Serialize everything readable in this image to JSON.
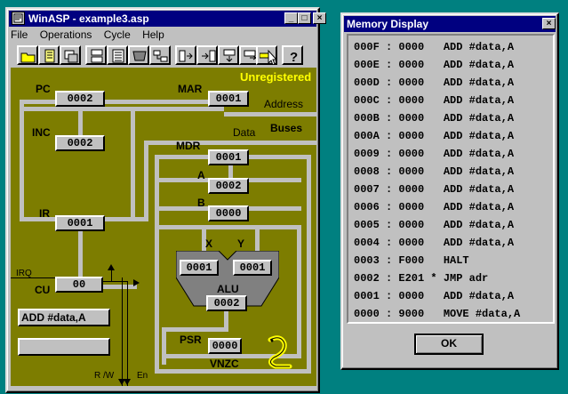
{
  "main_window": {
    "title": "WinASP - example3.asp",
    "menu": [
      "File",
      "Operations",
      "Cycle",
      "Help"
    ],
    "toolbar_icons": [
      "open-icon",
      "edit-icon",
      "layers-icon",
      "memory-bank-icon",
      "list-icon",
      "shield-icon",
      "flowchart-icon",
      "step-into-icon",
      "step-over-icon",
      "step-down-icon",
      "run-icon",
      "pointer-icon",
      "help-icon"
    ]
  },
  "cpu": {
    "unregistered": "Unregistered",
    "labels": {
      "pc": "PC",
      "inc": "INC",
      "ir": "IR",
      "cu": "CU",
      "mar": "MAR",
      "mdr": "MDR",
      "a": "A",
      "b": "B",
      "x": "X",
      "y": "Y",
      "alu": "ALU",
      "psr": "PSR",
      "flags": "VNZC",
      "address": "Address",
      "data": "Data",
      "buses": "Buses",
      "irq": "IRQ",
      "rw": "R /W",
      "en": "En"
    },
    "registers": {
      "pc": "0002",
      "inc": "0002",
      "ir": "0001",
      "cu": "00",
      "mar": "0001",
      "mdr": "0001",
      "a": "0002",
      "b": "0000",
      "alu_x": "0001",
      "alu_y": "0001",
      "alu_out": "0002",
      "psr": "0000"
    },
    "instruction": "ADD #data,A",
    "status_line": ""
  },
  "memory_window": {
    "title": "Memory Display",
    "rows": [
      "000F : 0000   ADD #data,A",
      "000E : 0000   ADD #data,A",
      "000D : 0000   ADD #data,A",
      "000C : 0000   ADD #data,A",
      "000B : 0000   ADD #data,A",
      "000A : 0000   ADD #data,A",
      "0009 : 0000   ADD #data,A",
      "0008 : 0000   ADD #data,A",
      "0007 : 0000   ADD #data,A",
      "0006 : 0000   ADD #data,A",
      "0005 : 0000   ADD #data,A",
      "0004 : 0000   ADD #data,A",
      "0003 : F000   HALT",
      "0002 : E201 * JMP adr",
      "0001 : 0000   ADD #data,A",
      "0000 : 9000   MOVE #data,A"
    ],
    "ok_label": "OK"
  }
}
